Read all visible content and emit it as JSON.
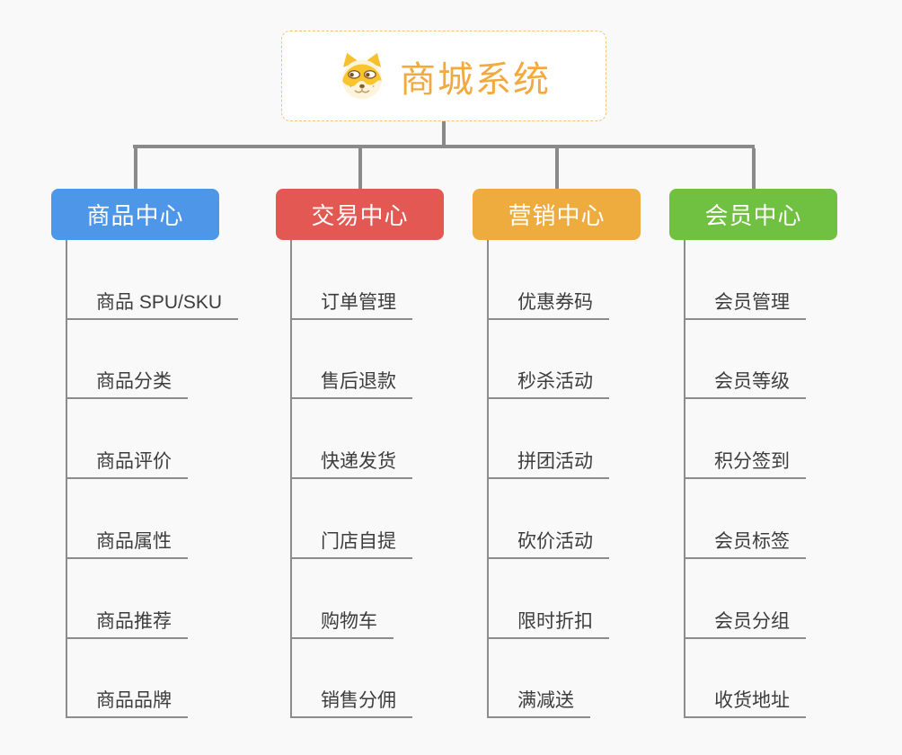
{
  "app": {
    "background_color": "#f9f9f9",
    "connector_color": "#8a8a8a"
  },
  "root": {
    "title": "商城系统",
    "icon": "shiba-dog-icon",
    "title_color": "#f2a93e",
    "border_color": "#f2c27e"
  },
  "branches": [
    {
      "label": "商品中心",
      "color": "#4d96e8",
      "children": [
        "商品 SPU/SKU",
        "商品分类",
        "商品评价",
        "商品属性",
        "商品推荐",
        "商品品牌"
      ]
    },
    {
      "label": "交易中心",
      "color": "#e45854",
      "children": [
        "订单管理",
        "售后退款",
        "快递发货",
        "门店自提",
        "购物车",
        "销售分佣"
      ]
    },
    {
      "label": "营销中心",
      "color": "#eeac3e",
      "children": [
        "优惠券码",
        "秒杀活动",
        "拼团活动",
        "砍价活动",
        "限时折扣",
        "满减送"
      ]
    },
    {
      "label": "会员中心",
      "color": "#70c041",
      "children": [
        "会员管理",
        "会员等级",
        "积分签到",
        "会员标签",
        "会员分组",
        "收货地址"
      ]
    }
  ]
}
